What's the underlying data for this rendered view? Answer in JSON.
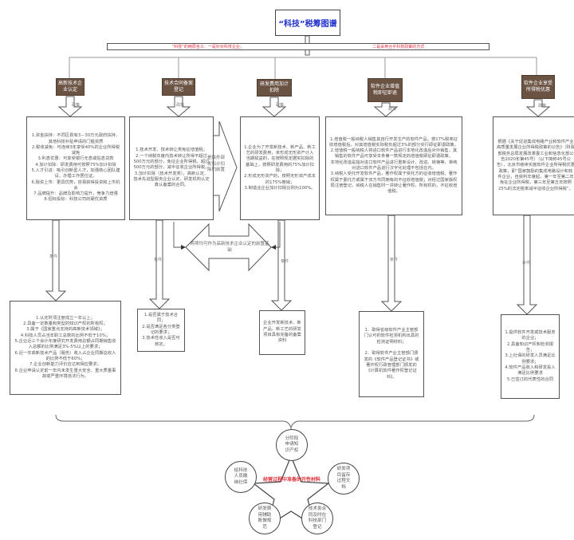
{
  "title": "“科技”税筹图谱",
  "meaning": {
    "left": "“科技”的两层含义：一是针对科技企业；",
    "right": "二是采用合乎科技政策的方式"
  },
  "labels": {
    "policy": "政策",
    "condition": "条件"
  },
  "colors": {
    "category_bg": "#6b5344",
    "title_text": "#1f2fcc",
    "accent_red": "#e0303a",
    "line": "#555555"
  },
  "columns": [
    {
      "category": "高新技术企业认定",
      "policy": "1.资金扶持：不同区县有3－30万元政府扶持，其他科技补贴申请的门槛资质\n2.税收减免：可连续3年享受40%的企业所得税减免\n3.利息优惠：可享受银行无息或贴息贷款\n4.加计扣除：研发费用可按照75%加计扣除\n5.人才引进：吸引创新型人才，加强核心团队建设，办理工作居住证。\n6.融资上市：更具优势，容易获得投资和上市机会\n7.品牌提升：品牌及影响力提升，竞争力增强\n8.招标投标：科技公司的硬优资质",
      "condition": "1.认定时须注册成立一年以上；\n2.具备一定数量和类型的知识产权的所有权；\n3.属于《国家重点支持的高新技术领域》；\n4.科技人员占当年职工总数的比例不低于10%；\n5.企业近三个会计年度研究开发费用总额占同期销售收入总额的比例满足3%-5%以上的要求；\n6.近一年高新技术产品（服务）收入占企业同期总收入的比例不低于60%；\n7.企业创新能力评价应达到相应要求；\n8.企业申请认定前一年内未发生重大安全、重大质量事故或严重环境违法行为。"
    },
    {
      "category": "技术合同备案登记",
      "policy": "1.技术开发、技术转让类免征增值税；\n2.一个纳税年度内技术转让所得不超过500万元的部分，免征企业所得税，超过500万元的部分，减半征收企业所得税。\n3.加计扣除（技术开发类），高新认定、技术先进型服务企业认定、研发机构认定真认备案的合同。",
      "condition": "1.是否属于技术合同；\n2.是否满足各分类登记的要求；\n3.技术性收入是否可核定。"
    },
    {
      "category": "研发费用加计扣除",
      "policy": "1.企业为了开发新技术、新产品、新工艺的研发费用，未形成无形资产计入当期损益的，在按照规定据实扣除的基础上，按照研发费用的75%加计扣除；\n2.形成无形资产的，按照无形资产成本的175%摊销；\n3.制造业企业加计扣除比例为100%。",
      "condition": "企业开发新技术、新产品、新工艺的研发项目具有完备的备案资料"
    },
    {
      "category": "软件企业增值税即征即退",
      "policy": "1.增值税一般纳税人销售其自行开发生产的软件产品，按17%税率征收增值税后，对其增值税实际税负超过3%的部分实行即征即退政策。\n2.增值税一般纳税人将进口软件产品进行本地化改造后对外销售，其销售的软件产品可享受本条第一款规定的增值税即征即退政策。\n本地化改造是指对进口软件产品进行重新设计、改进、转换等，单纯对进口软件产品进行汉字化处理不包括在内。\n3.纳税人受托开发软件产品，著作权属于受托方的征收增值税，著作权属于委托方或属于双方共同拥有的不征收增值税；对经过国家版权局注册登记，纳税人在销售时一并转让著作权、所有权的，不征收增值税。",
      "condition": "1．取得省级软件产业主管部门认可的软件检测机构出具的检测证明材料；\n\n2．取得软件产业主管部门颁发的《软件产品登记证书》或著作权行政管理部门颁发的《计算机软件著作权登记证书》。"
    },
    {
      "category": "软件企业享受所得税优惠",
      "policy": "根据《关于促进集成电路产业和软件产业高质量发展企业所得税政策的公告》（财政部税务总局发展改革委工业和信息化部公告2020年第45号）（以下简称45号公告），北京市继续实施软件企业所得税优惠政策，即“国家鼓励的集成电路设计和软件企业，自获利年度起，第一年至第二年免征企业所得税，第三年至第五年按照25%的法定税率减半征收企业所得税”。",
      "condition": "1.提供软件开发或技术服务的企业；\n2.具备知识产权和检测报告；\n3.上社保的研发人员满足比例要求；\n4.软件产品收入和研发投入满足比例要求\n5.已签订的代表性的合同"
    }
  ],
  "bridge_text": "两项均可作为高新技术企业认定的前置基础",
  "right_arrow_text": "是最外部发加计扣除的前置",
  "center_star_text": "经营过程中准备的开性材料",
  "circles": [
    "分阶段\n申请知\n识产权",
    "研发项\n目留存\n过程文\n档",
    "技术类合\n同及时在\n科技部门\n登记",
    "研发费\n用辅助\n账做规\n范",
    "给科技\n人员缴\n纳社保"
  ]
}
